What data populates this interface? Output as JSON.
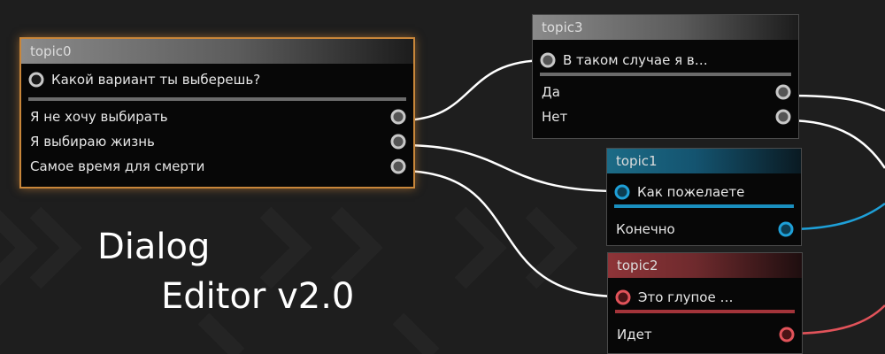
{
  "app": {
    "title_line1": "Dialog",
    "title_line2": "Editor v2.0"
  },
  "colors": {
    "background": "#1e1e1e",
    "selected_border": "#c8863a",
    "port_gray": "#c8c8c8",
    "port_blue": "#1ea0d8",
    "port_red": "#e2535a",
    "wire_white": "#ffffff",
    "wire_blue": "#1ea0d8",
    "wire_red": "#e2535a"
  },
  "nodes": {
    "topic0": {
      "title": "topic0",
      "prompt": "Какой вариант ты выберешь?",
      "options": [
        "Я не хочу выбирать",
        "Я выбираю жизнь",
        "Самое время для смерти"
      ]
    },
    "topic3": {
      "title": "topic3",
      "prompt": "В таком случае я в…",
      "options": [
        "Да",
        "Нет"
      ]
    },
    "topic1": {
      "title": "topic1",
      "prompt": "Как пожелаете",
      "options": [
        "Конечно"
      ]
    },
    "topic2": {
      "title": "topic2",
      "prompt": "Это глупое …",
      "options": [
        "Идет"
      ]
    }
  }
}
